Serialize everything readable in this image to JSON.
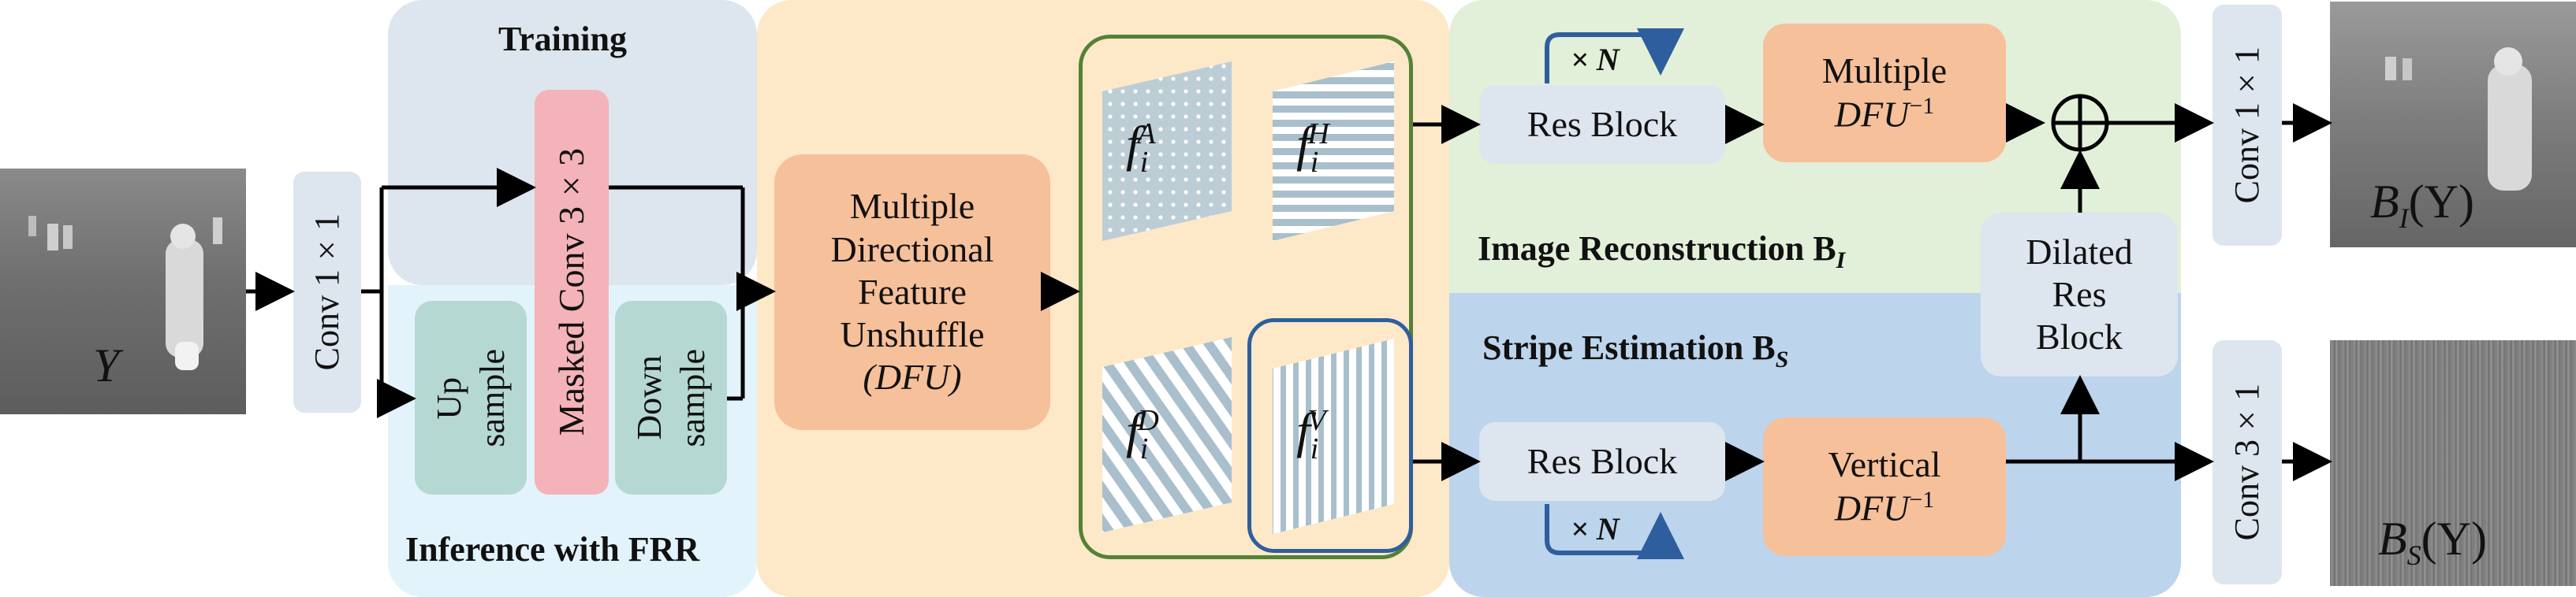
{
  "input_image": {
    "label": "Y"
  },
  "conv_in": {
    "label": "Conv 1×1"
  },
  "training": {
    "title": "Training"
  },
  "inference": {
    "title": "Inference with FRR"
  },
  "masked_conv": {
    "label": "Masked Conv 3×3"
  },
  "up_sample": {
    "line1": "Up",
    "line2": "sample"
  },
  "down_sample": {
    "line1": "Down",
    "line2": "sample"
  },
  "dfu": {
    "line1": "Multiple",
    "line2": "Directional",
    "line3": "Feature",
    "line4": "Unshuffle",
    "line5": "(DFU)"
  },
  "features": [
    {
      "name": "f",
      "sub": "i",
      "sup": "A"
    },
    {
      "name": "f",
      "sub": "i",
      "sup": "H"
    },
    {
      "name": "f",
      "sub": "i",
      "sup": "D"
    },
    {
      "name": "f",
      "sub": "i",
      "sup": "V"
    }
  ],
  "image_branch": {
    "title": "Image Reconstruction B",
    "title_sub": "I",
    "res_block": "Res Block",
    "repeat": "× N",
    "inv_line1": "Multiple",
    "inv_line2": "DFU",
    "inv_sup": "−1"
  },
  "stripe_branch": {
    "title": "Stripe Estimation B",
    "title_sub": "S",
    "res_block": "Res Block",
    "repeat": "× N",
    "inv_line1": "Vertical",
    "inv_line2": "DFU",
    "inv_sup": "−1"
  },
  "dilated": {
    "line1": "Dilated",
    "line2": "Res",
    "line3": "Block"
  },
  "conv_out_top": {
    "label": "Conv 1×1"
  },
  "conv_out_bottom": {
    "label": "Conv 3×1"
  },
  "output_image": {
    "label": "B",
    "sub": "I",
    "arg": "(Y)"
  },
  "output_stripe": {
    "label": "B",
    "sub": "S",
    "arg": "(Y)"
  },
  "colors": {
    "training_bg": "#dde5ee",
    "inference_bg": "#e3f3fb",
    "green_block": "#b5d9d2",
    "masked": "#f4b3b8",
    "dfu_region": "#fde8c8",
    "dfu_box": "#f6c09a",
    "image_region": "#e2efd9",
    "stripe_region": "#bcd4ec",
    "res_block": "#dde5ee",
    "feature_border_green": "#548235",
    "feature_border_blue": "#2e5e9e",
    "stripe_fill": "#a9bfcc"
  }
}
